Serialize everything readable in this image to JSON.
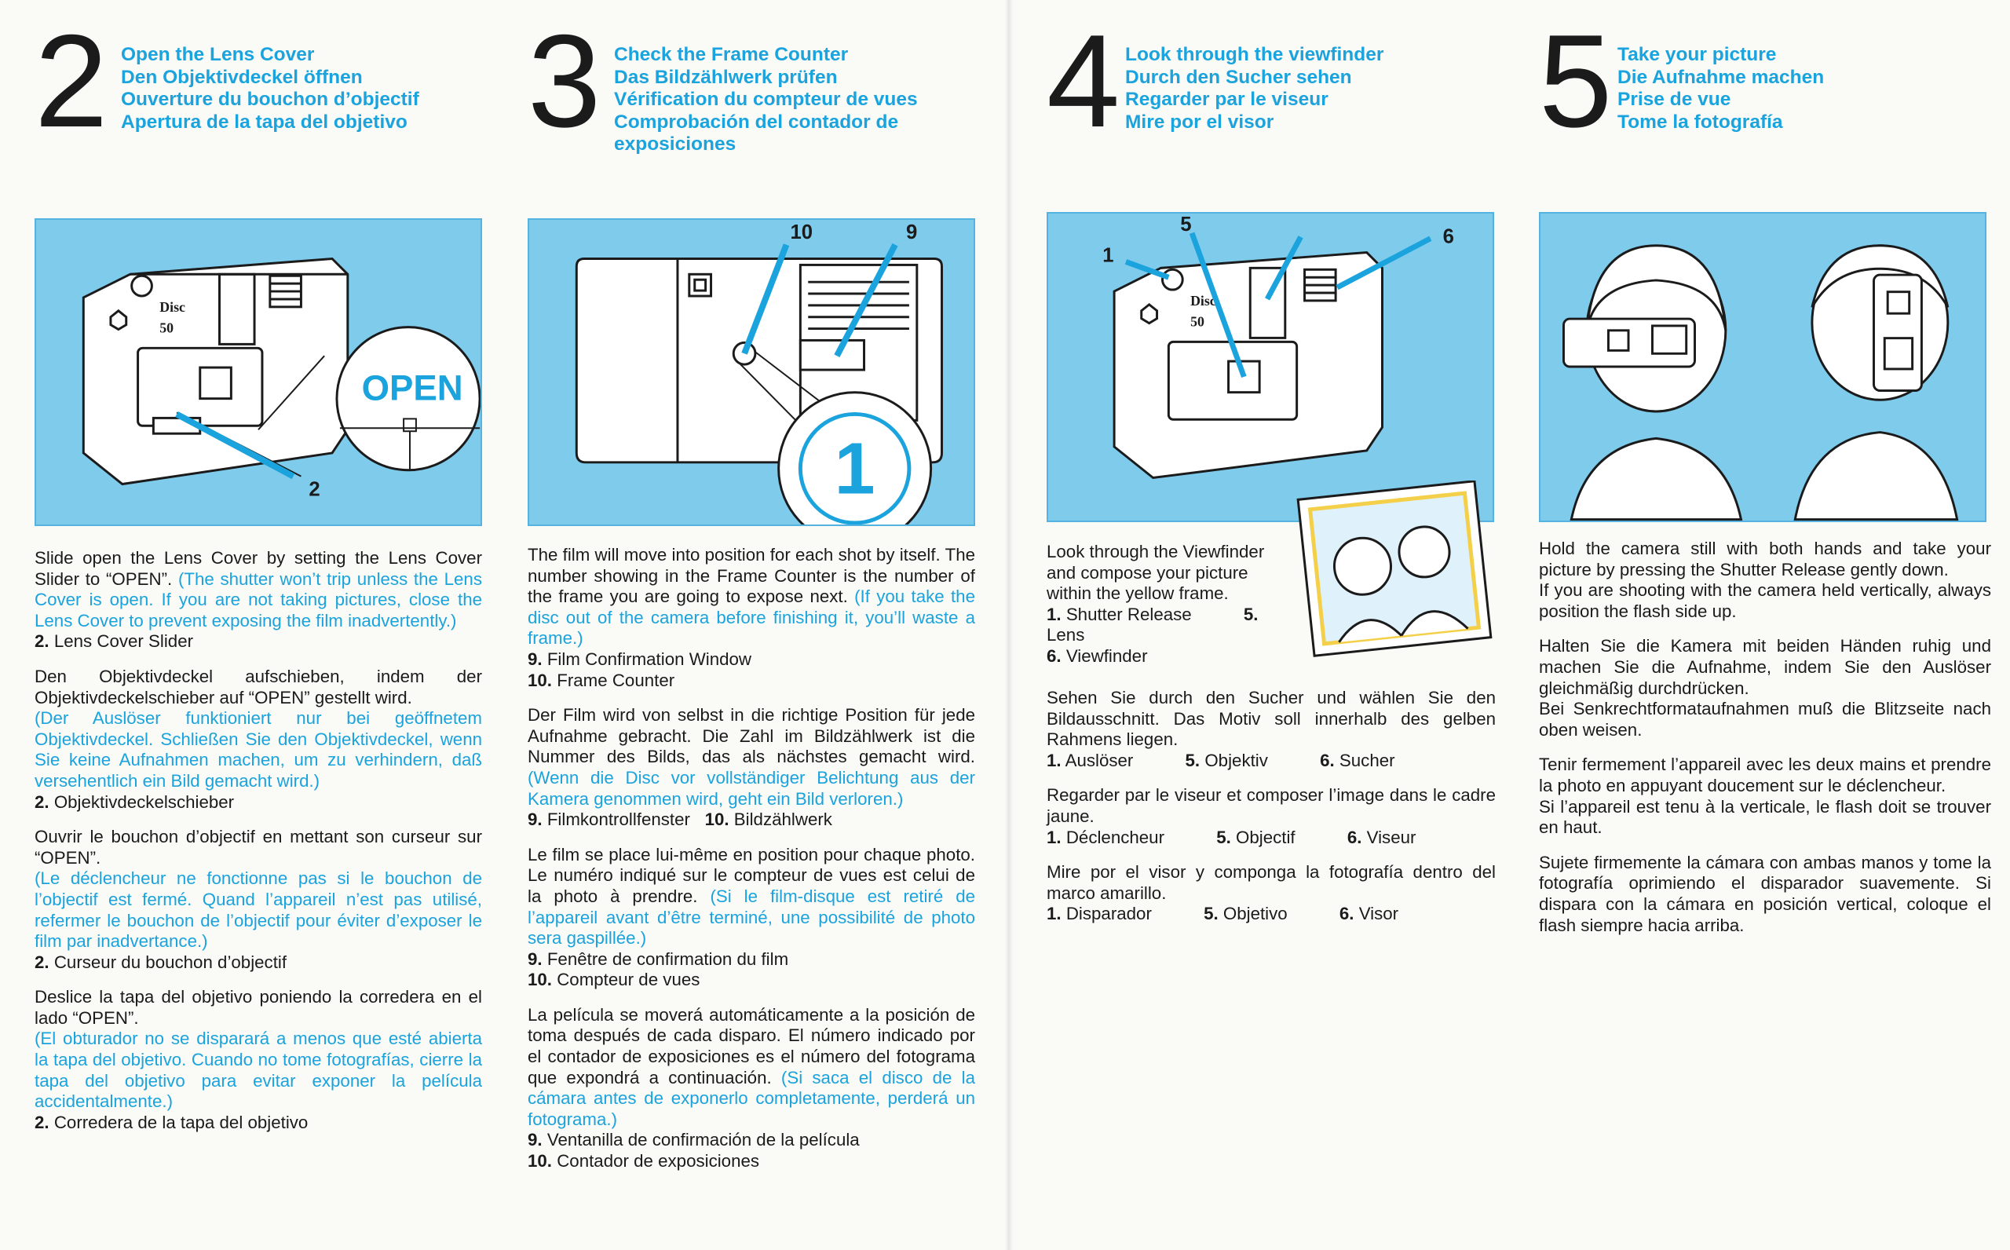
{
  "steps": [
    {
      "number": "2",
      "titles": [
        "Open the Lens Cover",
        "Den Objektivdeckel öffnen",
        "Ouverture du bouchon d’objectif",
        "Apertura de la tapa del objetivo"
      ],
      "figure": {
        "camera_brand": "Disc",
        "camera_model": "50",
        "callout_text": "OPEN",
        "label": "2"
      },
      "en": {
        "body": "Slide open the Lens Cover by setting the Lens Cover Slider to “OPEN”.",
        "note": "(The shutter won’t trip unless the Lens Cover is open. If you are not taking pictures, close the Lens Cover to prevent exposing the film inadvertently.)",
        "legend": [
          {
            "num": "2.",
            "text": "Lens Cover Slider"
          }
        ]
      },
      "de": {
        "body": "Den Objektivdeckel aufschieben, indem der Objektivdeckelschieber auf “OPEN” gestellt wird.",
        "note": "(Der Auslöser funktioniert nur bei geöffnetem Objektivdeckel. Schließen Sie den Objektivdeckel, wenn Sie keine Aufnahmen machen, um zu verhindern, daß versehentlich ein Bild gemacht wird.)",
        "legend": [
          {
            "num": "2.",
            "text": "Objektivdeckelschieber"
          }
        ]
      },
      "fr": {
        "body": "Ouvrir le bouchon d’objectif en mettant son curseur sur “OPEN”.",
        "note": "(Le déclencheur ne fonctionne pas si le bouchon de l’objectif est fermé. Quand l’appareil n’est pas utilisé, refermer le bouchon de l’objectif pour éviter d’exposer le film par inadvertance.)",
        "legend": [
          {
            "num": "2.",
            "text": "Curseur du bouchon d’objectif"
          }
        ]
      },
      "es": {
        "body": "Deslice la tapa del objetivo poniendo la corredera en el lado “OPEN”.",
        "note": "(El obturador no se disparará a menos que esté abierta la tapa del objetivo. Cuando no tome fotografías, cierre la tapa del objetivo para evitar exponer la película accidentalmente.)",
        "legend": [
          {
            "num": "2.",
            "text": "Corredera de la tapa del objetivo"
          }
        ]
      }
    },
    {
      "number": "3",
      "titles": [
        "Check the Frame Counter",
        "Das Bildzählwerk prüfen",
        "Vérification du compteur de vues",
        "Comprobación del contador de exposiciones"
      ],
      "figure": {
        "label_a": "10",
        "label_b": "9",
        "counter": "1"
      },
      "en": {
        "body": "The film will move into position for each shot by itself. The number showing in the Frame Counter is the number of the frame you are going to expose next.",
        "note": "(If you take the disc out of the camera before finishing it, you’ll waste a frame.)",
        "legend": [
          {
            "num": "9.",
            "text": "Film Confirmation Window"
          },
          {
            "num": "10.",
            "text": "Frame Counter"
          }
        ]
      },
      "de": {
        "body": "Der Film wird von selbst in die richtige Position für jede Aufnahme gebracht. Die Zahl im Bildzählwerk ist die Nummer des Bilds, das als nächstes gemacht wird.",
        "note": "(Wenn die Disc vor vollständiger Belichtung aus der Kamera genommen wird, geht ein Bild verloren.)",
        "legend": [
          {
            "num": "9.",
            "text": "Filmkontrollfenster"
          },
          {
            "num": "10.",
            "text": "Bildzählwerk"
          }
        ]
      },
      "fr": {
        "body": "Le film se place lui-même en position pour chaque photo. Le numéro indiqué sur le compteur de vues est celui de la photo à prendre.",
        "note": "(Si le film-disque est retiré de l’appareil avant d’être terminé, une possibilité de photo sera gaspillée.)",
        "legend": [
          {
            "num": "9.",
            "text": "Fenêtre de confirmation du film"
          },
          {
            "num": "10.",
            "text": "Compteur de vues"
          }
        ]
      },
      "es": {
        "body": "La película se moverá automáticamente a la posición de toma después de cada disparo. El número indicado por el contador de exposiciones es el número del fotograma que expondrá a continuación.",
        "note": "(Si saca el disco de la cámara antes de exponerlo completamente, perderá un fotograma.)",
        "legend": [
          {
            "num": "9.",
            "text": "Ventanilla de confirmación de la película"
          },
          {
            "num": "10.",
            "text": "Contador de exposiciones"
          }
        ]
      }
    },
    {
      "number": "4",
      "titles": [
        "Look through the viewfinder",
        "Durch den Sucher sehen",
        "Regarder par le viseur",
        "Mire por el visor"
      ],
      "figure": {
        "label_1": "1",
        "label_5": "5",
        "label_6": "6",
        "camera_brand": "Disc",
        "camera_model": "50"
      },
      "en": {
        "body": "Look through the Viewfinder and compose your picture within the yellow frame.",
        "legend": [
          {
            "num": "1.",
            "text": "Shutter Release"
          },
          {
            "num": "5.",
            "text": "Lens"
          },
          {
            "num": "6.",
            "text": "Viewfinder"
          }
        ]
      },
      "de": {
        "body": "Sehen Sie durch den Sucher und wählen Sie den Bildausschnitt. Das Motiv soll innerhalb des gelben Rahmens liegen.",
        "legend": [
          {
            "num": "1.",
            "text": "Auslöser"
          },
          {
            "num": "5.",
            "text": "Objektiv"
          },
          {
            "num": "6.",
            "text": "Sucher"
          }
        ]
      },
      "fr": {
        "body": "Regarder par le viseur et composer l’image dans le cadre jaune.",
        "legend": [
          {
            "num": "1.",
            "text": "Déclencheur"
          },
          {
            "num": "5.",
            "text": "Objectif"
          },
          {
            "num": "6.",
            "text": "Viseur"
          }
        ]
      },
      "es": {
        "body": "Mire por el visor y componga la fotografía dentro del marco amarillo.",
        "legend": [
          {
            "num": "1.",
            "text": "Disparador"
          },
          {
            "num": "5.",
            "text": "Objetivo"
          },
          {
            "num": "6.",
            "text": "Visor"
          }
        ]
      }
    },
    {
      "number": "5",
      "titles": [
        "Take your picture",
        "Die Aufnahme machen",
        "Prise de vue",
        "Tome la fotografía"
      ],
      "en": {
        "body": "Hold the camera still with both hands and take your picture by pressing the Shutter Release gently down.",
        "body2": "If you are shooting with the camera held vertically, always position the flash side up."
      },
      "de": {
        "body": "Halten Sie die Kamera mit beiden Händen ruhig und machen Sie die Aufnahme, indem Sie den Auslöser gleichmäßig durchdrücken.",
        "body2": "Bei Senkrechtformataufnahmen muß die Blitzseite nach oben weisen."
      },
      "fr": {
        "body": "Tenir fermement l’appareil avec les deux mains et prendre la photo en appuyant doucement sur le déclencheur.",
        "body2": "Si l’appareil est tenu à la verticale, le flash doit se trouver en haut."
      },
      "es": {
        "body": "Sujete firmemente la cámara con ambas manos y tome la fotografía oprimiendo el disparador suavemente. Si dispara con la cámara en posición vertical, coloque el flash siempre hacia arriba."
      }
    }
  ],
  "colors": {
    "accent": "#1aa3dc",
    "panel": "#7fcbec",
    "frame_yellow": "#f4d04a",
    "text": "#1b1b1b"
  }
}
